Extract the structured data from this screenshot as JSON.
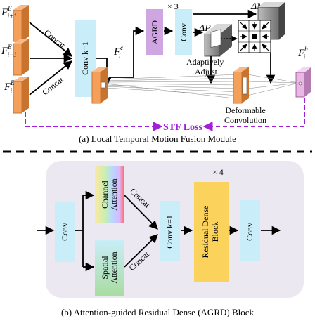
{
  "part_a": {
    "inputs": [
      {
        "base": "F",
        "sup": "E",
        "sub": "i+1"
      },
      {
        "base": "F",
        "sup": "E",
        "sub": "i−1"
      },
      {
        "base": "F",
        "sup": "E",
        "sub": "i"
      }
    ],
    "concat_label": "Concat",
    "conv_k1_label": "Conv k=1",
    "fic": {
      "base": "F",
      "sup": "c",
      "sub": "i"
    },
    "agrd_label": "AGRD",
    "agrd_repeat": "× 3",
    "conv_label": "Conv",
    "delta_p": "ΔP",
    "delta_m": "ΔM",
    "adjust_label_1": "Adaptively",
    "adjust_label_2": "Adjust",
    "fib": {
      "base": "F",
      "sup": "b",
      "sub": "i"
    },
    "deform_label_1": "Deformable",
    "deform_label_2": "Convolution",
    "loss_label": "STF Loss",
    "caption": "(a) Local Temporal Motion Fusion Module"
  },
  "part_b": {
    "conv_label": "Conv",
    "channel_attention_label_1": "Channel",
    "channel_attention_label_2": "Attention",
    "spatial_attention_label_1": "Spatial",
    "spatial_attention_label_2": "Attention",
    "concat_label": "Concat",
    "conv_k1_label": "Conv k=1",
    "rdb_label_1": "Residual Dense",
    "rdb_label_2": "Block",
    "rdb_repeat": "× 4",
    "conv_out_label": "Conv",
    "caption": "(b) Attention-guided Residual Dense (AGRD) Block"
  },
  "colors": {
    "feature_orange": "#f5a05a",
    "feature_orange_dark": "#c8742e",
    "conv_cyan": "#c9eef9",
    "agrd_purple": "#cfa6e2",
    "loss_purple": "#a21fd8",
    "rdb_yellow": "#fbd35c",
    "block_bg": "#ece8f2",
    "fib_pink": "#e9b6e6"
  }
}
